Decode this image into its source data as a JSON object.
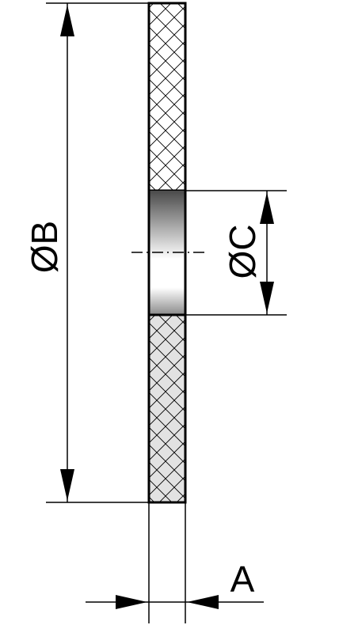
{
  "labels": {
    "diameter_outer": "ØB",
    "diameter_inner": "ØC",
    "thickness": "A"
  },
  "colors": {
    "line": "#000000",
    "background": "#ffffff",
    "hatch_top_fill": "#ffffff",
    "hatch_bottom_fill": "#e2e2e2",
    "bore_dark": "#555555",
    "bore_light": "#ffffff"
  }
}
